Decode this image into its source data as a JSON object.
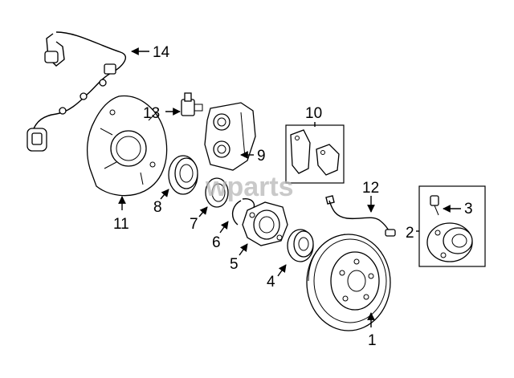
{
  "watermark": "wparts",
  "callouts": {
    "c1": "1",
    "c2": "2",
    "c3": "3",
    "c4": "4",
    "c5": "5",
    "c6": "6",
    "c7": "7",
    "c8": "8",
    "c9": "9",
    "c10": "10",
    "c11": "11",
    "c12": "12",
    "c13": "13",
    "c14": "14"
  }
}
